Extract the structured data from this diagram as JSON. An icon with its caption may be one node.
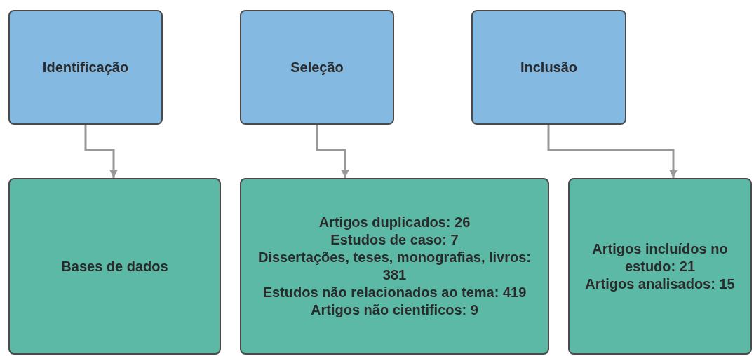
{
  "diagram": {
    "nodes": [
      {
        "text": [
          "Identificação"
        ]
      },
      {
        "text": [
          "Seleção"
        ]
      },
      {
        "text": [
          "Inclusão"
        ]
      },
      {
        "text": [
          "Bases de dados"
        ]
      },
      {
        "text": [
          "Artigos duplicados: 26",
          "Estudos de caso: 7",
          "Dissertações, teses, monografias, livros: 381",
          "Estudos não relacionados ao tema: 419",
          "Artigos não cientificos: 9"
        ]
      },
      {
        "text": [
          "Artigos incluídos no estudo: 21",
          "Artigos analisados: 15"
        ]
      }
    ],
    "edges": [
      {
        "from": 0,
        "to": 3,
        "arrow": "to"
      },
      {
        "from": 1,
        "to": 4,
        "arrow": "to"
      },
      {
        "from": 2,
        "to": 5,
        "arrow": "to"
      }
    ]
  }
}
